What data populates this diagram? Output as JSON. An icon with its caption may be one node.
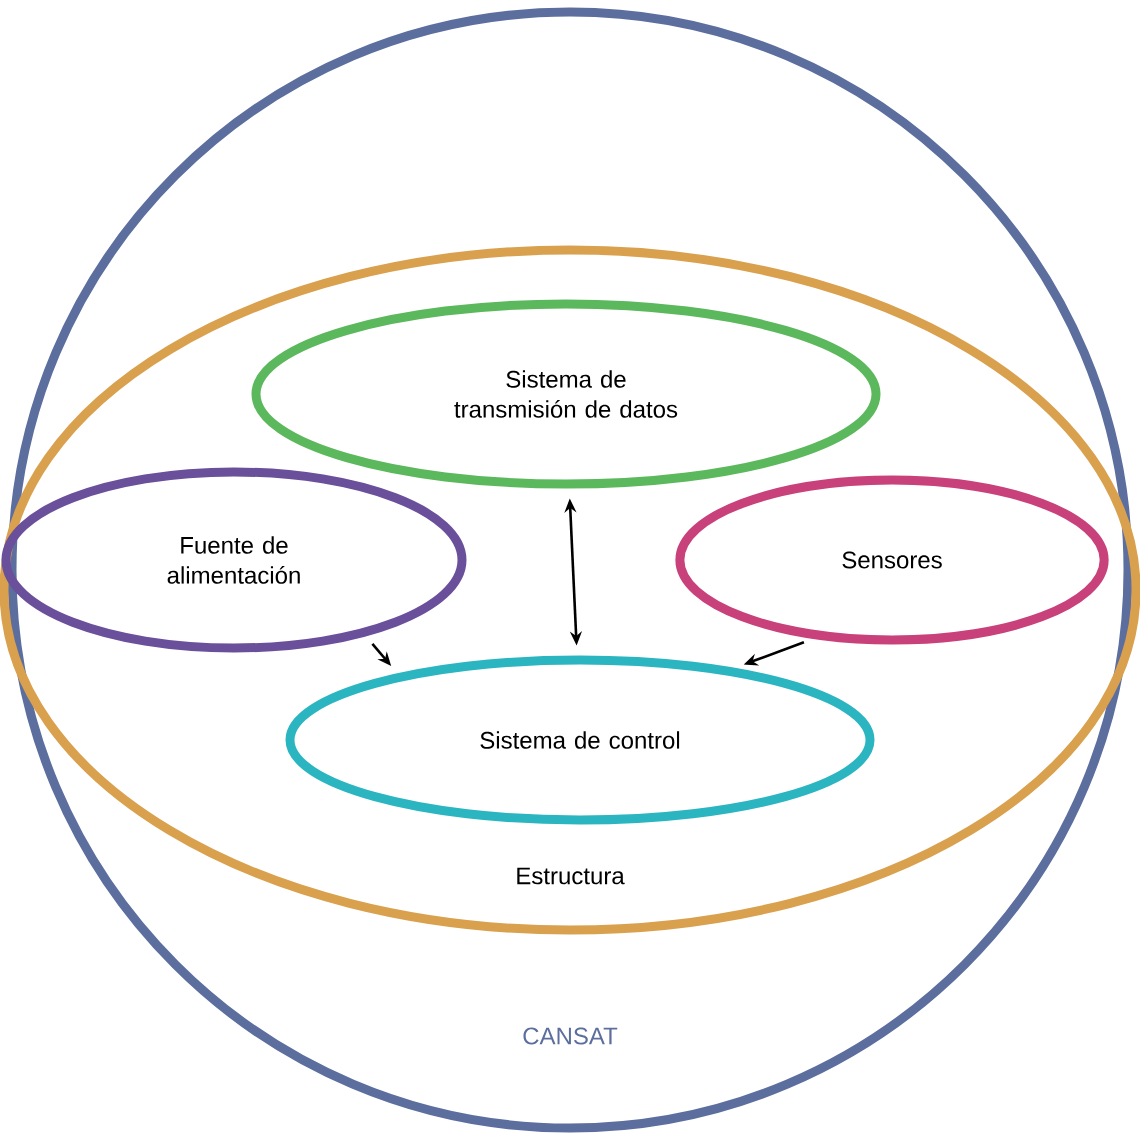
{
  "diagram": {
    "nodes": [
      {
        "text": [
          "CANSAT"
        ]
      },
      {
        "text": [
          "Estructura"
        ],
        "in": 0
      },
      {
        "text": [
          "Sistema de transmisión de datos"
        ],
        "in": 1
      },
      {
        "text": [
          "Fuente de alimentación"
        ],
        "in": 1
      },
      {
        "text": [
          "Sensores"
        ],
        "in": 1
      },
      {
        "text": [
          "Sistema de control"
        ],
        "in": 1
      }
    ],
    "edges": [
      {
        "from": 2,
        "to": 5,
        "arrow": "both"
      },
      {
        "from": 3,
        "to": 5,
        "arrow": "to"
      },
      {
        "from": 4,
        "to": 5,
        "arrow": "to"
      }
    ]
  }
}
